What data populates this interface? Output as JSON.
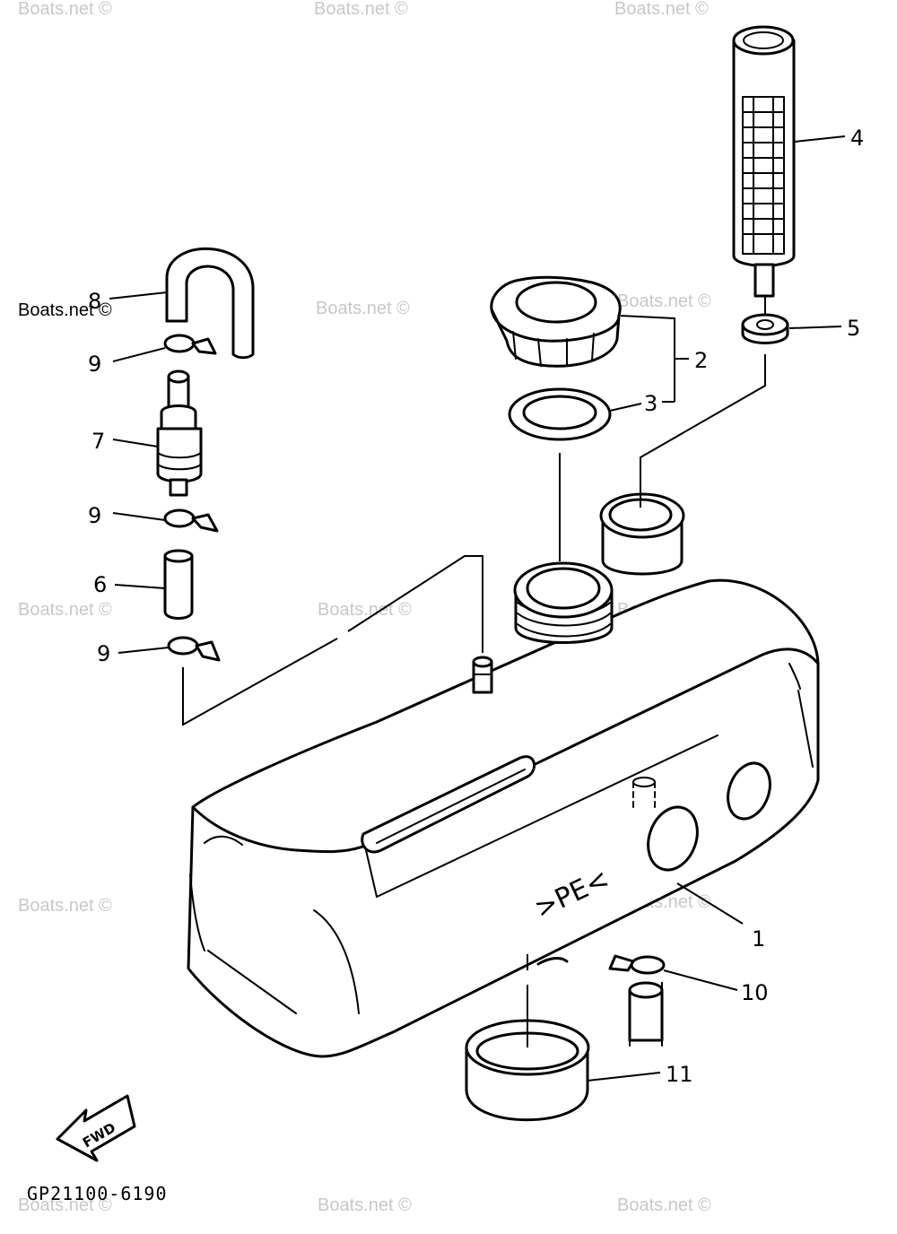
{
  "watermark": "Boats.net ©",
  "diagram_code": "GP21100-6190",
  "tank_marking": ">PE<",
  "direction_arrow": "FWD",
  "callouts": [
    "1",
    "2",
    "3",
    "4",
    "5",
    "6",
    "7",
    "8",
    "9",
    "9",
    "9",
    "10",
    "11"
  ]
}
